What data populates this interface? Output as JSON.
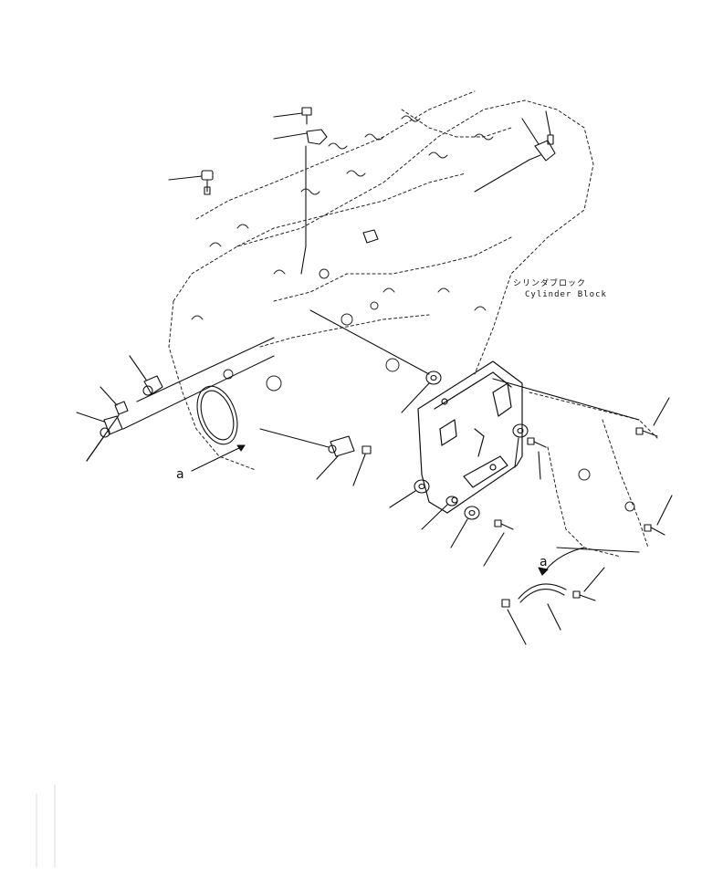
{
  "labels": {
    "block_jp": "シリンダブロック",
    "block_en": "Cylinder Block",
    "ref_a_left": "a",
    "ref_a_right": "a"
  },
  "colors": {
    "line": "#111111",
    "background": "#ffffff"
  }
}
